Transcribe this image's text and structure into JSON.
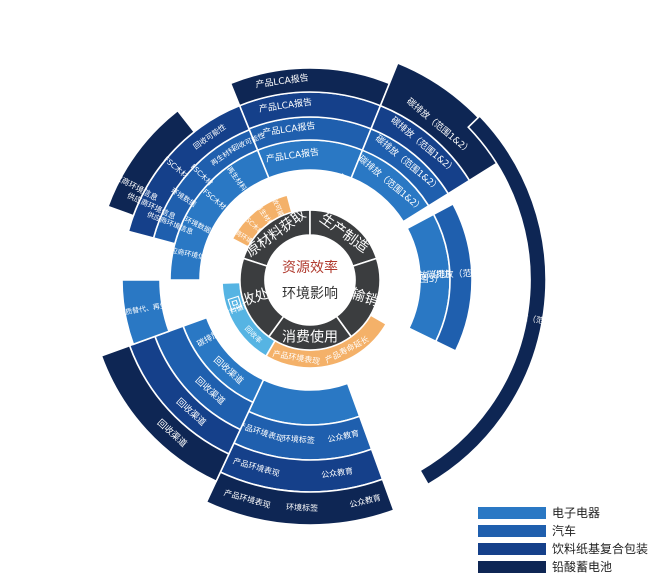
{
  "center": {
    "line1": "资源效率",
    "line2": "环境影响",
    "line1_color": "#b03a2e",
    "line2_color": "#333333"
  },
  "colors": {
    "core": "#3b3d3f",
    "core_border": "#ffffff",
    "orange": "#f4b169",
    "green": "#b5d37a",
    "electronics": "#2a78c4",
    "auto": "#1f5fae",
    "packaging": "#15408a",
    "battery": "#0e2654",
    "lightblue": "#56b4e3"
  },
  "core_stages": [
    {
      "label": "原材料获取"
    },
    {
      "label": "生产制造"
    },
    {
      "label": "运输销售"
    },
    {
      "label": "消费使用"
    },
    {
      "label": "回收处置"
    }
  ],
  "segments": {
    "raw_orange": [
      "供应商环境信息",
      "FSC木材",
      "再生材料",
      "回收可能性"
    ],
    "raw_green": [
      "供应商环境信息"
    ],
    "raw_blue1": [
      "供应商环境信息",
      "环境数据",
      "FSC木材",
      "再生材料"
    ],
    "raw_blue2": [
      "供应商环境信息",
      "环境数据",
      "FSC木材",
      "再生材料",
      "回收可能性"
    ],
    "raw_blue3": [
      "供应商环境信息",
      "FSC木材",
      "回收可能性"
    ],
    "raw_blue4": [
      "供应商环境信息"
    ],
    "prod_green": [
      "产品LCA报告",
      "碳排放（范围1&2）"
    ],
    "prod_blue": [
      "产品LCA报告",
      "碳排放（范围1&2）"
    ],
    "trans_green": [
      "碳排放（范围3）"
    ],
    "trans_blue": [
      "碳排放（范围3）",
      "碳排放（范围3）"
    ],
    "trans_outer": [
      "碳排放（范围3）"
    ],
    "use_orange": [
      "产品环境表现",
      "产品寿命延长"
    ],
    "use_green": [
      "产品环境标签",
      "公众教育",
      "碳排放（范围3）"
    ],
    "use_blue": [
      "产品环境表现",
      "环境标签",
      "公众教育"
    ],
    "rec_lightblue": [
      "材料循环",
      "回收率"
    ],
    "rec_green": [
      "碳排放（范围3）"
    ],
    "rec_blue": [
      "回收渠道"
    ],
    "rec_side": [
      "有害物质替代、再生材料"
    ]
  },
  "legend": [
    {
      "label": "电子电器",
      "color": "#2a78c4"
    },
    {
      "label": "汽车",
      "color": "#1f5fae"
    },
    {
      "label": "饮料纸基复合包装",
      "color": "#15408a"
    },
    {
      "label": "铅酸蓄电池",
      "color": "#0e2654"
    }
  ]
}
